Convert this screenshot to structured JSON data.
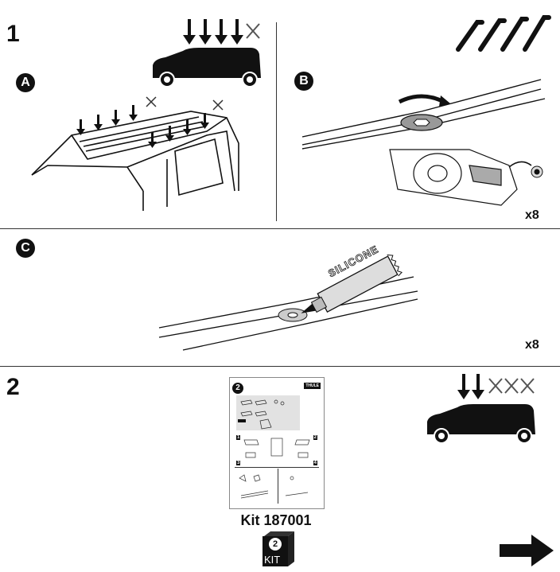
{
  "step1": {
    "number": "1"
  },
  "panelA": {
    "label": "A"
  },
  "panelB": {
    "label": "B",
    "quantity": "x8"
  },
  "panelC": {
    "label": "C",
    "quantity": "x8",
    "tube_text": "SILICONE"
  },
  "step2": {
    "number": "2",
    "sheet_badge": "2",
    "sheet_brand": "THULE",
    "sheet_step_numbers": [
      "1",
      "2",
      "3",
      "4"
    ],
    "kit_label": "Kit 187001",
    "kit_box_number": "2",
    "kit_box_text": "KIT"
  },
  "icons": {
    "next_arrow": "right-arrow-icon",
    "car": "car-silhouette-icon",
    "load_arrow": "down-arrow-icon",
    "excluded": "cross-icon"
  }
}
